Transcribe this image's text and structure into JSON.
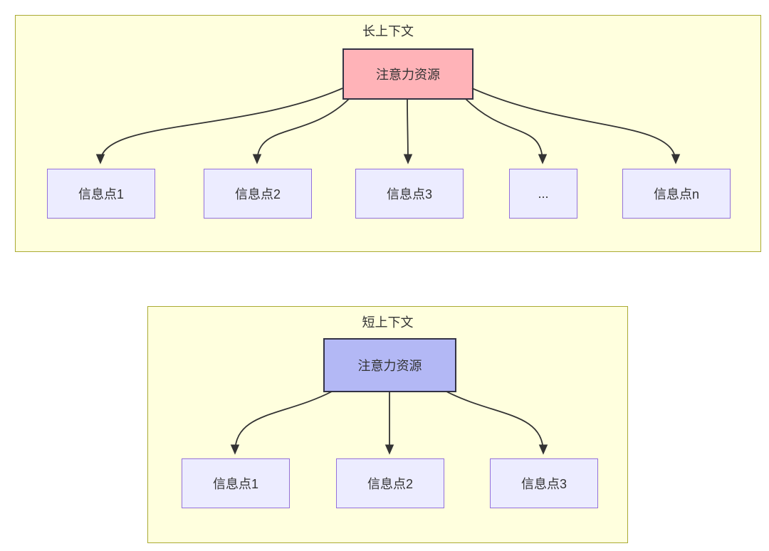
{
  "diagram": {
    "type": "flowchart",
    "long_context": {
      "title": "长上下文",
      "attention_node": {
        "label": "注意力资源",
        "fill": "#ffb3b8",
        "border": "#333344"
      },
      "info_nodes": [
        {
          "label": "信息点1"
        },
        {
          "label": "信息点2"
        },
        {
          "label": "信息点3"
        },
        {
          "label": "..."
        },
        {
          "label": "信息点n"
        }
      ],
      "edges": [
        {
          "from": "注意力资源",
          "to": "信息点1"
        },
        {
          "from": "注意力资源",
          "to": "信息点2"
        },
        {
          "from": "注意力资源",
          "to": "信息点3"
        },
        {
          "from": "注意力资源",
          "to": "..."
        },
        {
          "from": "注意力资源",
          "to": "信息点n"
        }
      ]
    },
    "short_context": {
      "title": "短上下文",
      "attention_node": {
        "label": "注意力资源",
        "fill": "#b3b8f5",
        "border": "#333344"
      },
      "info_nodes": [
        {
          "label": "信息点1"
        },
        {
          "label": "信息点2"
        },
        {
          "label": "信息点3"
        }
      ],
      "edges": [
        {
          "from": "注意力资源",
          "to": "信息点1"
        },
        {
          "from": "注意力资源",
          "to": "信息点2"
        },
        {
          "from": "注意力资源",
          "to": "信息点3"
        }
      ]
    },
    "colors": {
      "container_fill": "#ffffde",
      "container_border": "#aaaa33",
      "info_node_fill": "#ececff",
      "info_node_border": "#9370db",
      "attention_long_fill": "#ffb3b8",
      "attention_short_fill": "#b3b8f5",
      "attention_border": "#333344",
      "edge_color": "#333333",
      "text_color": "#333333"
    }
  }
}
